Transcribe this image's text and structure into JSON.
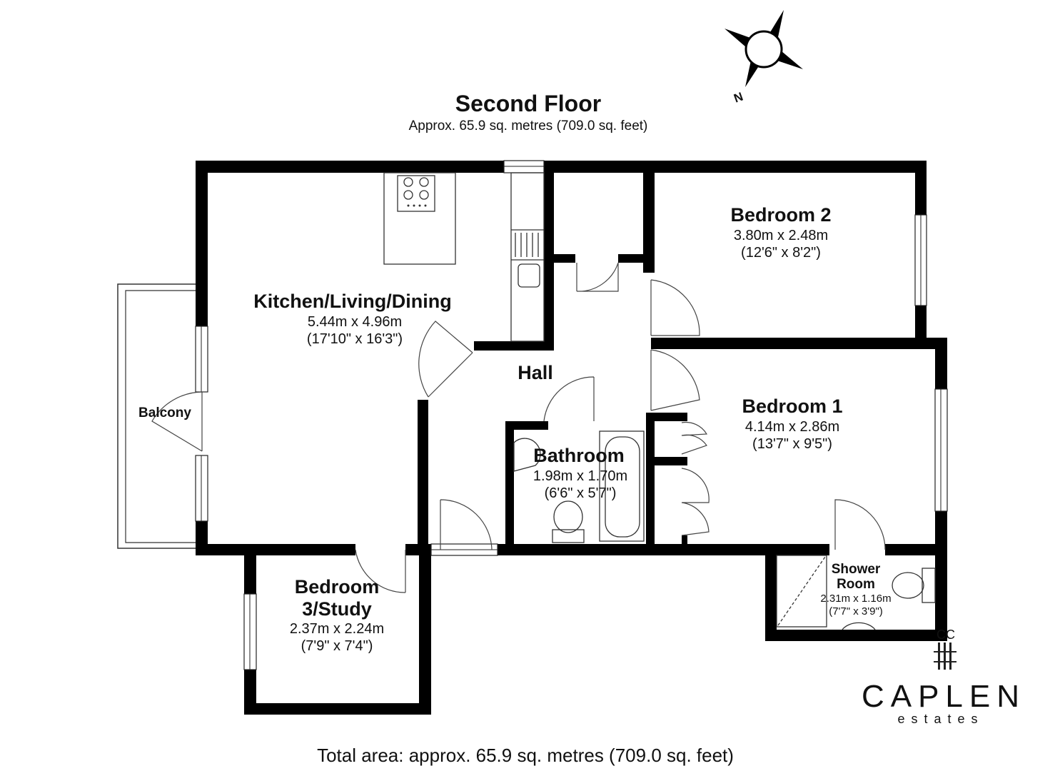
{
  "header": {
    "title": "Second Floor",
    "subtitle": "Approx. 65.9 sq. metres (709.0 sq. feet)"
  },
  "compass": {
    "label": "N"
  },
  "rooms": {
    "kitchen": {
      "name": "Kitchen/Living/Dining",
      "metric": "5.44m x 4.96m",
      "imperial": "(17'10\" x 16'3\")"
    },
    "bedroom2": {
      "name": "Bedroom 2",
      "metric": "3.80m x 2.48m",
      "imperial": "(12'6\" x 8'2\")"
    },
    "hall": {
      "name": "Hall"
    },
    "bedroom1": {
      "name": "Bedroom 1",
      "metric": "4.14m x 2.86m",
      "imperial": "(13'7\" x 9'5\")"
    },
    "bathroom": {
      "name": "Bathroom",
      "metric": "1.98m x 1.70m",
      "imperial": "(6'6\" x 5'7\")"
    },
    "balcony": {
      "name": "Balcony"
    },
    "bedroom3": {
      "name_line1": "Bedroom",
      "name_line2": "3/Study",
      "metric": "2.37m x 2.24m",
      "imperial": "(7'9\" x 7'4\")"
    },
    "shower": {
      "name_line1": "Shower",
      "name_line2": "Room",
      "metric": "2.31m x 1.16m",
      "imperial": "(7'7\" x 3'9\")"
    }
  },
  "footer": {
    "total_area": "Total area: approx. 65.9 sq. metres (709.0 sq. feet)"
  },
  "brand": {
    "name": "CAPLEN",
    "tagline": "estates",
    "monogram": "CC"
  }
}
